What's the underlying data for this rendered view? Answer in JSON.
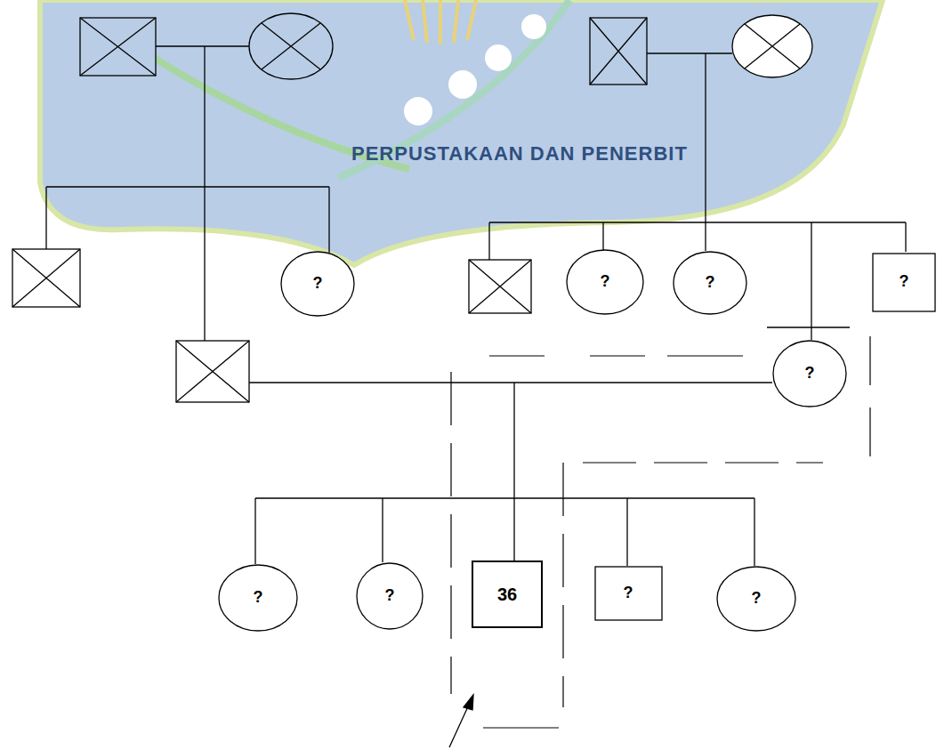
{
  "diagram": {
    "nodes": [
      {
        "text": [
          "?"
        ]
      },
      {
        "text": [
          "?"
        ]
      },
      {
        "text": [
          "?"
        ]
      },
      {
        "text": [
          "?"
        ]
      },
      {
        "text": [
          "?"
        ]
      },
      {
        "text": [
          "?"
        ]
      },
      {
        "text": [
          "?"
        ]
      },
      {
        "text": [
          "36"
        ]
      },
      {
        "text": [
          "?"
        ]
      },
      {
        "text": [
          "?"
        ]
      }
    ],
    "labels": [
      "PERPUSTAKAAN DAN PENERBIT"
    ]
  }
}
